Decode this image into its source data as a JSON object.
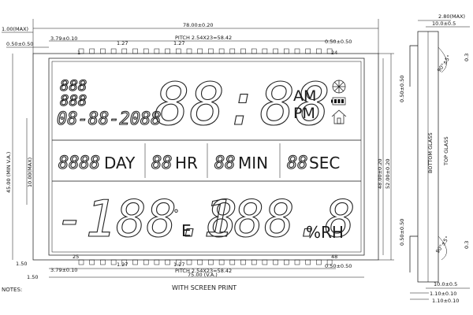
{
  "dimensions": {
    "top_margin": "1.00(MAX)",
    "overall_width": "78.00±0.20",
    "left_pin_offset_top": "3.79±0.10",
    "pin_width_top": "1.27",
    "pin_pitch_top": "1.27",
    "pitch_top": "PITCH 2.54X23=58.42",
    "side_gap_top_left": "0.50±0.50",
    "side_gap_top_right": "0.50±0.50",
    "pin_first": "1",
    "pin_last_top": "24",
    "pin_first_bottom": "25",
    "pin_last_bottom": "48",
    "left_pin_offset_bottom": "3.79±0.10",
    "pin_width_bottom": "1.27",
    "pin_pitch_bottom": "1.27",
    "pitch_bottom": "PITCH 2.54X23=58.42",
    "side_gap_bottom_right": "0.50±0.50",
    "va_width": "75.00 (V.A.)",
    "bottom_margin": "1.50",
    "left_bottom_margin": "1.50",
    "va_height": "45.00 (MIN V.A.)",
    "window_height": "10.00(MAX)",
    "height_inner": "48.00±0.20",
    "height_outer": "52.00±0.20",
    "thickness": "2.80(MAX)",
    "lead_length_top": "10.0±0.5",
    "lead_length_bottom": "10.0±0.5",
    "side_vert_top": "0.50±0.50",
    "side_vert_bottom": "0.50±0.50",
    "angle_top": "90°±5°",
    "angle_bottom": "90°±5°",
    "pin_thick": "0.3",
    "pin_thick_bottom": "0.3",
    "bottom_glass": "BOTTOM GLASS",
    "top_glass": "TOP GLASS",
    "foot_1": "1.10±0.10",
    "foot_2": "1.10±0.10"
  },
  "display": {
    "small_digits_row1": "888",
    "small_digits_row2": "888",
    "date": "08-88-2088",
    "clock": "88:88",
    "am": "AM",
    "pm": "PM",
    "day_digits": "8888",
    "day": "DAY",
    "hr_digits": "88",
    "hr": "HR",
    "min_digits": "88",
    "min": "MIN",
    "sec_digits": "88",
    "sec": "SEC",
    "temp": "-188.8",
    "temp_unit": "°",
    "temp_sub": "E",
    "humidity": "188.8",
    "humidity_unit": "%RH"
  },
  "caption": "WITH SCREEN PRINT",
  "notes": "NOTES:",
  "icons": [
    "snowflake-icon",
    "battery-icon",
    "house-icon"
  ]
}
